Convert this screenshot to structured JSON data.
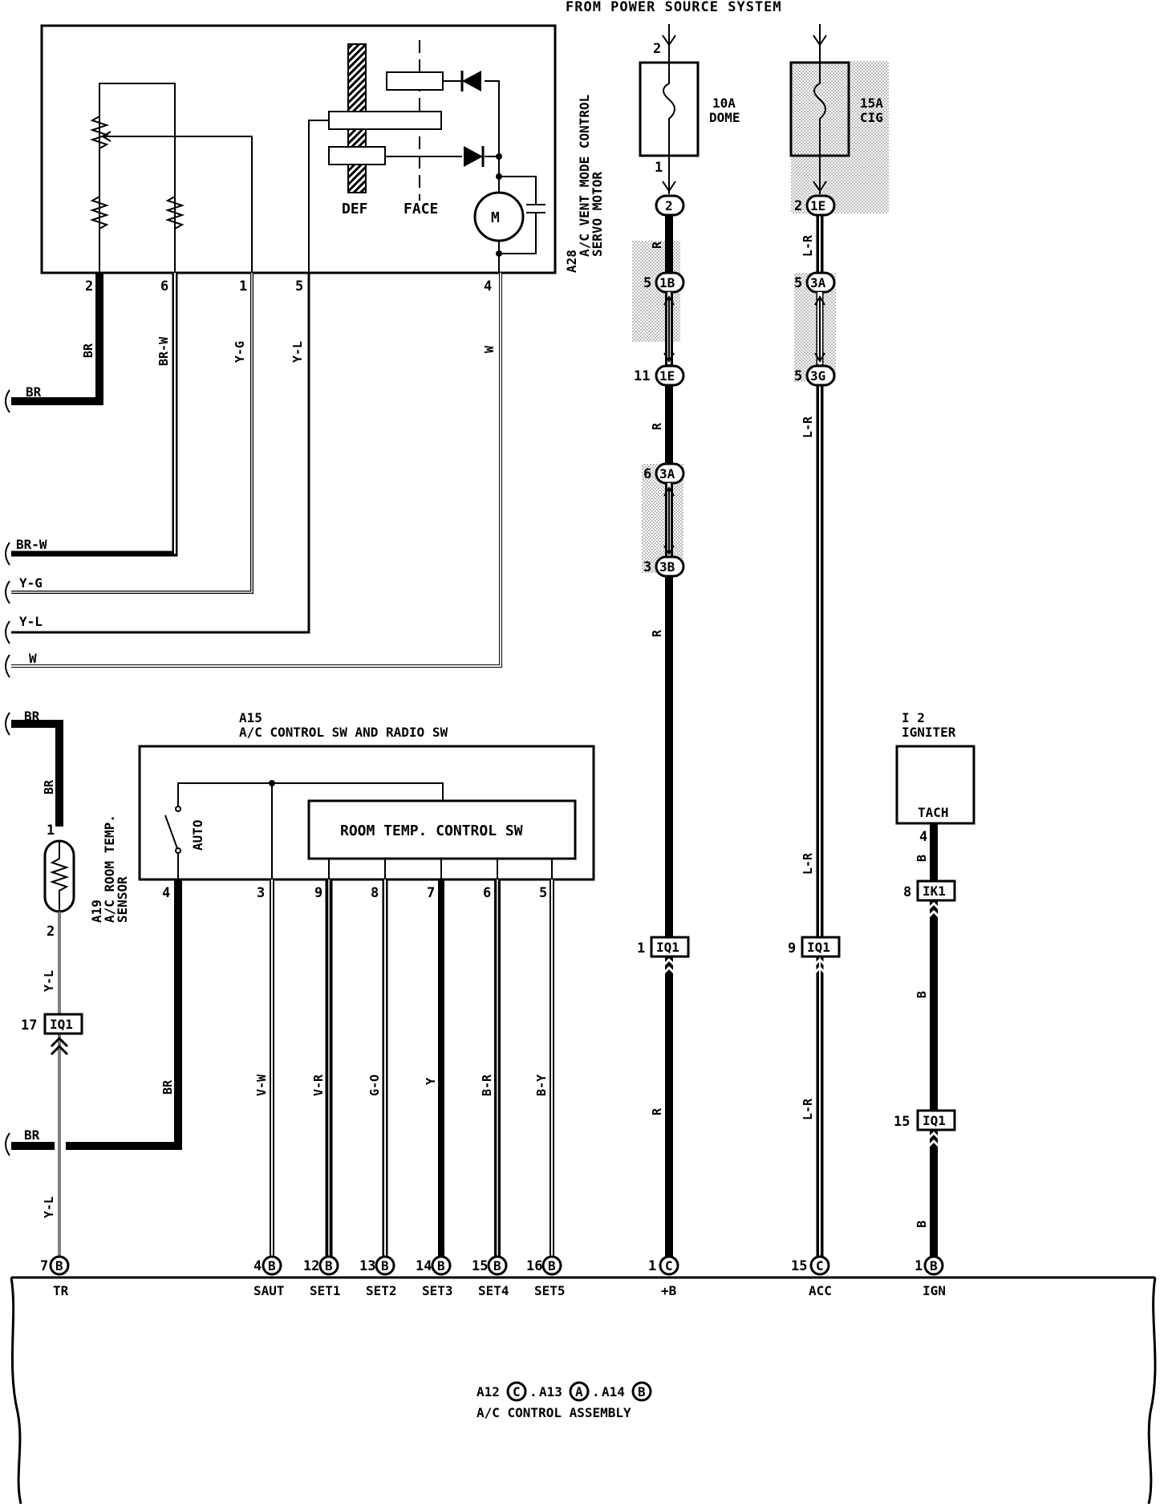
{
  "header": {
    "power_source": "FROM POWER SOURCE SYSTEM"
  },
  "servo": {
    "id": "A28",
    "name_line1": "A/C VENT MODE CONTROL",
    "name_line2": "SERVO MOTOR",
    "def_label": "DEF",
    "face_label": "FACE",
    "motor_label": "M",
    "pins": [
      "2",
      "6",
      "1",
      "5",
      "4"
    ],
    "wire_colors": [
      "BR",
      "BR-W",
      "Y-G",
      "Y-L",
      "W"
    ]
  },
  "fuses": [
    {
      "rating": "10A",
      "name": "DOME",
      "pin_in": "2",
      "pin_out": "1"
    },
    {
      "rating": "15A",
      "name": "CIG"
    }
  ],
  "connectors_b": [
    {
      "pin": "2",
      "conn": "2"
    },
    {
      "pin": "5",
      "conn": "1B"
    },
    {
      "pin": "11",
      "conn": "1E"
    },
    {
      "pin": "6",
      "conn": "3A"
    },
    {
      "pin": "3",
      "conn": "3B"
    }
  ],
  "connectors_acc": [
    {
      "pin": "2",
      "conn": "1E"
    },
    {
      "pin": "5",
      "conn": "3A"
    },
    {
      "pin": "5",
      "conn": "3G"
    }
  ],
  "left_wires": [
    "BR",
    "BR-W",
    "Y-G",
    "Y-L",
    "W",
    "BR",
    "BR"
  ],
  "sensor": {
    "id": "A19",
    "name_line1": "A/C ROOM TEMP.",
    "name_line2": "SENSOR",
    "pin_top": "1",
    "pin_bottom": "2",
    "wire_top": "BR",
    "wire_bottom": "Y-L",
    "junction_pin": "17",
    "junction": "IQ1",
    "wire_lower": "Y-L"
  },
  "switch": {
    "id": "A15",
    "name": "A/C CONTROL SW AND RADIO SW",
    "auto_label": "AUTO",
    "room_temp_label": "ROOM TEMP. CONTROL SW",
    "pins": [
      "4",
      "3",
      "9",
      "8",
      "7",
      "6",
      "5"
    ],
    "wire_colors": [
      "BR",
      "V-W",
      "V-R",
      "G-O",
      "Y",
      "B-R",
      "B-Y"
    ]
  },
  "igniter": {
    "id": "I 2",
    "name": "IGNITER",
    "tach_label": "TACH",
    "pin": "4",
    "wire": "B"
  },
  "junctions": [
    {
      "pin": "1",
      "id": "IQ1"
    },
    {
      "pin": "9",
      "id": "IQ1"
    },
    {
      "pin": "8",
      "id": "IK1"
    },
    {
      "pin": "15",
      "id": "IQ1"
    }
  ],
  "wire_b_labels": [
    "R",
    "R",
    "R",
    "R"
  ],
  "wire_acc_labels": [
    "L-R",
    "L-R",
    "L-R",
    "L-R"
  ],
  "wire_ign_labels": [
    "B",
    "B",
    "B"
  ],
  "terminals": [
    {
      "pin": "7",
      "conn": "B",
      "name": "TR"
    },
    {
      "pin": "4",
      "conn": "B",
      "name": "SAUT"
    },
    {
      "pin": "12",
      "conn": "B",
      "name": "SET1"
    },
    {
      "pin": "13",
      "conn": "B",
      "name": "SET2"
    },
    {
      "pin": "14",
      "conn": "B",
      "name": "SET3"
    },
    {
      "pin": "15",
      "conn": "B",
      "name": "SET4"
    },
    {
      "pin": "16",
      "conn": "B",
      "name": "SET5"
    },
    {
      "pin": "1",
      "conn": "C",
      "name": "+B"
    },
    {
      "pin": "15",
      "conn": "C",
      "name": "ACC"
    },
    {
      "pin": "1",
      "conn": "B",
      "name": "IGN"
    }
  ],
  "assembly": {
    "code_a12": "A12",
    "circ_a12": "C",
    "code_a13": "A13",
    "circ_a13": "A",
    "code_a14": "A14",
    "circ_a14": "B",
    "name": "A/C CONTROL ASSEMBLY"
  }
}
